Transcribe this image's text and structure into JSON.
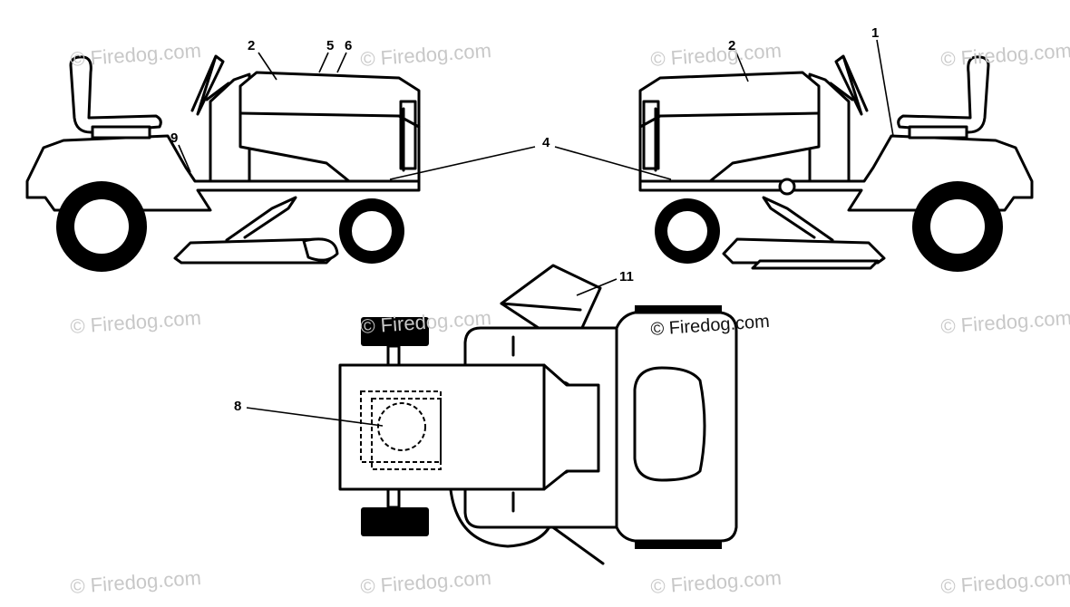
{
  "watermark": "© Firedog.com",
  "callouts": {
    "left_view": [
      "2",
      "5",
      "6",
      "9"
    ],
    "right_view": [
      "2",
      "1"
    ],
    "shared": "4",
    "top_view": [
      "11",
      "8"
    ]
  },
  "colors": {
    "line": "#000000",
    "background": "#ffffff",
    "watermark": "#c8c8c8"
  }
}
